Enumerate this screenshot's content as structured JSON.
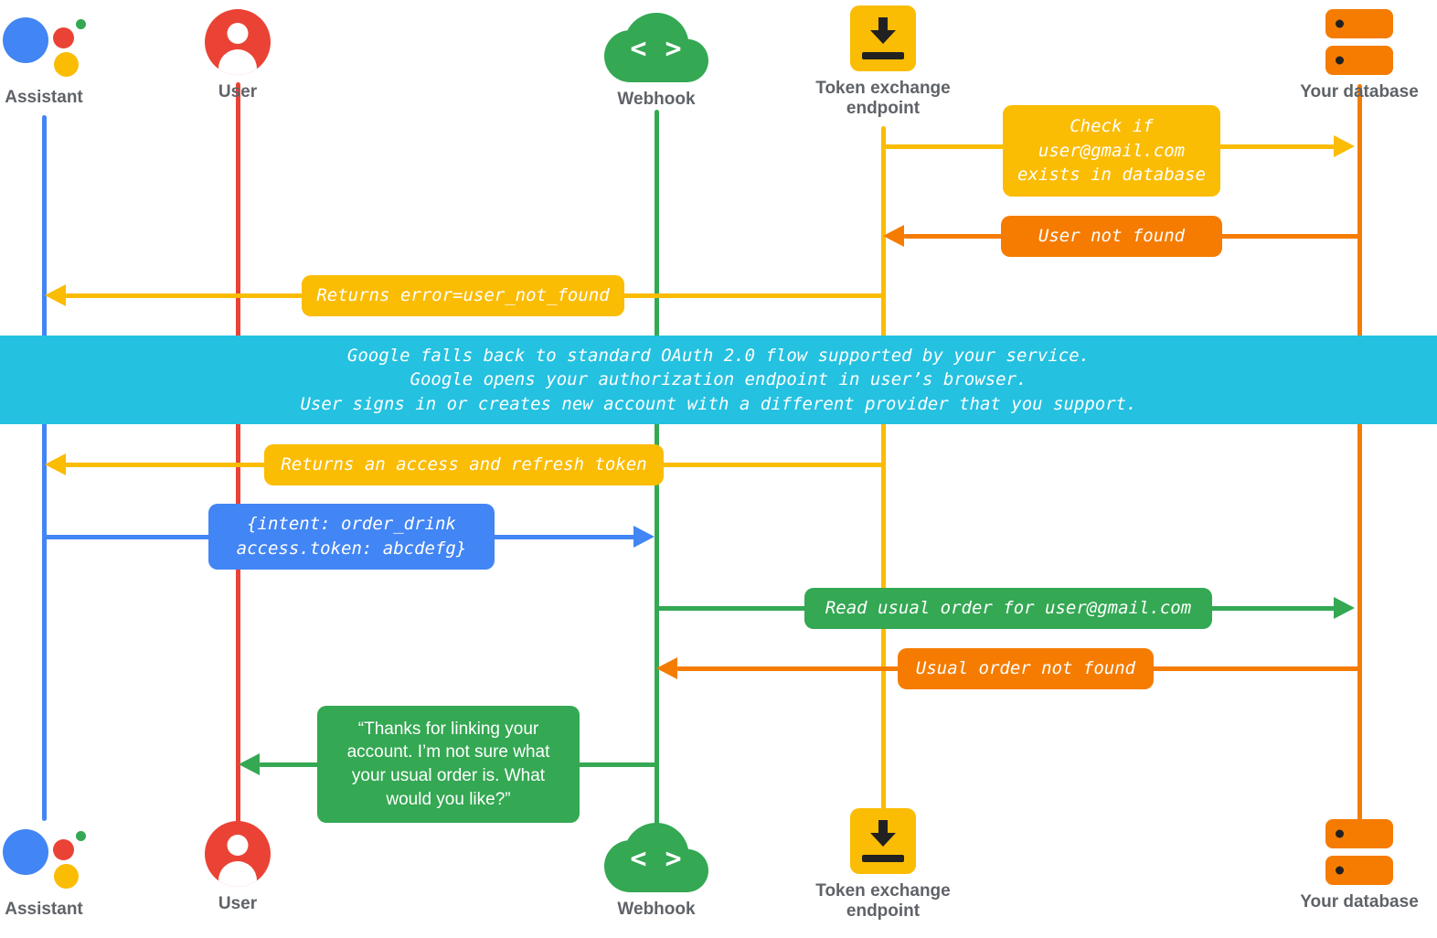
{
  "title": "Account linking fallback sequence diagram",
  "colors": {
    "assistant_blue": "#4285F4",
    "user_red": "#EA4335",
    "webhook_green": "#34A853",
    "token_yellow": "#FBBC04",
    "database_orange": "#F57C00",
    "note_cyan": "#24C1E0",
    "actor_label_gray": "#5F6368",
    "message_text": "#FFFFFF"
  },
  "actors": {
    "assistant": {
      "label": "Assistant",
      "icon": "google-assistant-icon"
    },
    "user": {
      "label": "User",
      "icon": "person-icon"
    },
    "webhook": {
      "label": "Webhook",
      "icon": "cloud-code-icon",
      "glyph": "< >"
    },
    "token_endpoint": {
      "label": "Token exchange\nendpoint",
      "icon": "token-exchange-icon"
    },
    "database": {
      "label": "Your database",
      "icon": "database-icon"
    }
  },
  "banner": {
    "text": "Google falls back to standard OAuth 2.0 flow supported by your service.\nGoogle opens your authorization endpoint in user’s browser.\nUser signs in or creates new account with a different provider that you support."
  },
  "messages": {
    "check_user": {
      "text": "Check if\nuser@gmail.com\nexists in database",
      "from": "token_endpoint",
      "to": "database",
      "color": "#FBBC04"
    },
    "user_not_found": {
      "text": "User not found",
      "from": "database",
      "to": "token_endpoint",
      "color": "#F57C00"
    },
    "returns_error": {
      "text": "Returns error=user_not_found",
      "from": "token_endpoint",
      "to": "assistant",
      "color": "#FBBC04"
    },
    "returns_tokens": {
      "text": "Returns an access and refresh token",
      "from": "token_endpoint",
      "to": "assistant",
      "color": "#FBBC04"
    },
    "intent": {
      "text": "{intent: order_drink\naccess.token: abcdefg}",
      "from": "assistant",
      "to": "webhook",
      "color": "#4285F4"
    },
    "read_order": {
      "text": "Read usual order for user@gmail.com",
      "from": "webhook",
      "to": "database",
      "color": "#34A853"
    },
    "order_not_found": {
      "text": "Usual order not found",
      "from": "database",
      "to": "webhook",
      "color": "#F57C00"
    },
    "assistant_reply": {
      "text": "“Thanks for linking your account. I’m not sure what your usual order is. What would you like?”",
      "from": "webhook",
      "to": "user",
      "color": "#34A853"
    }
  }
}
